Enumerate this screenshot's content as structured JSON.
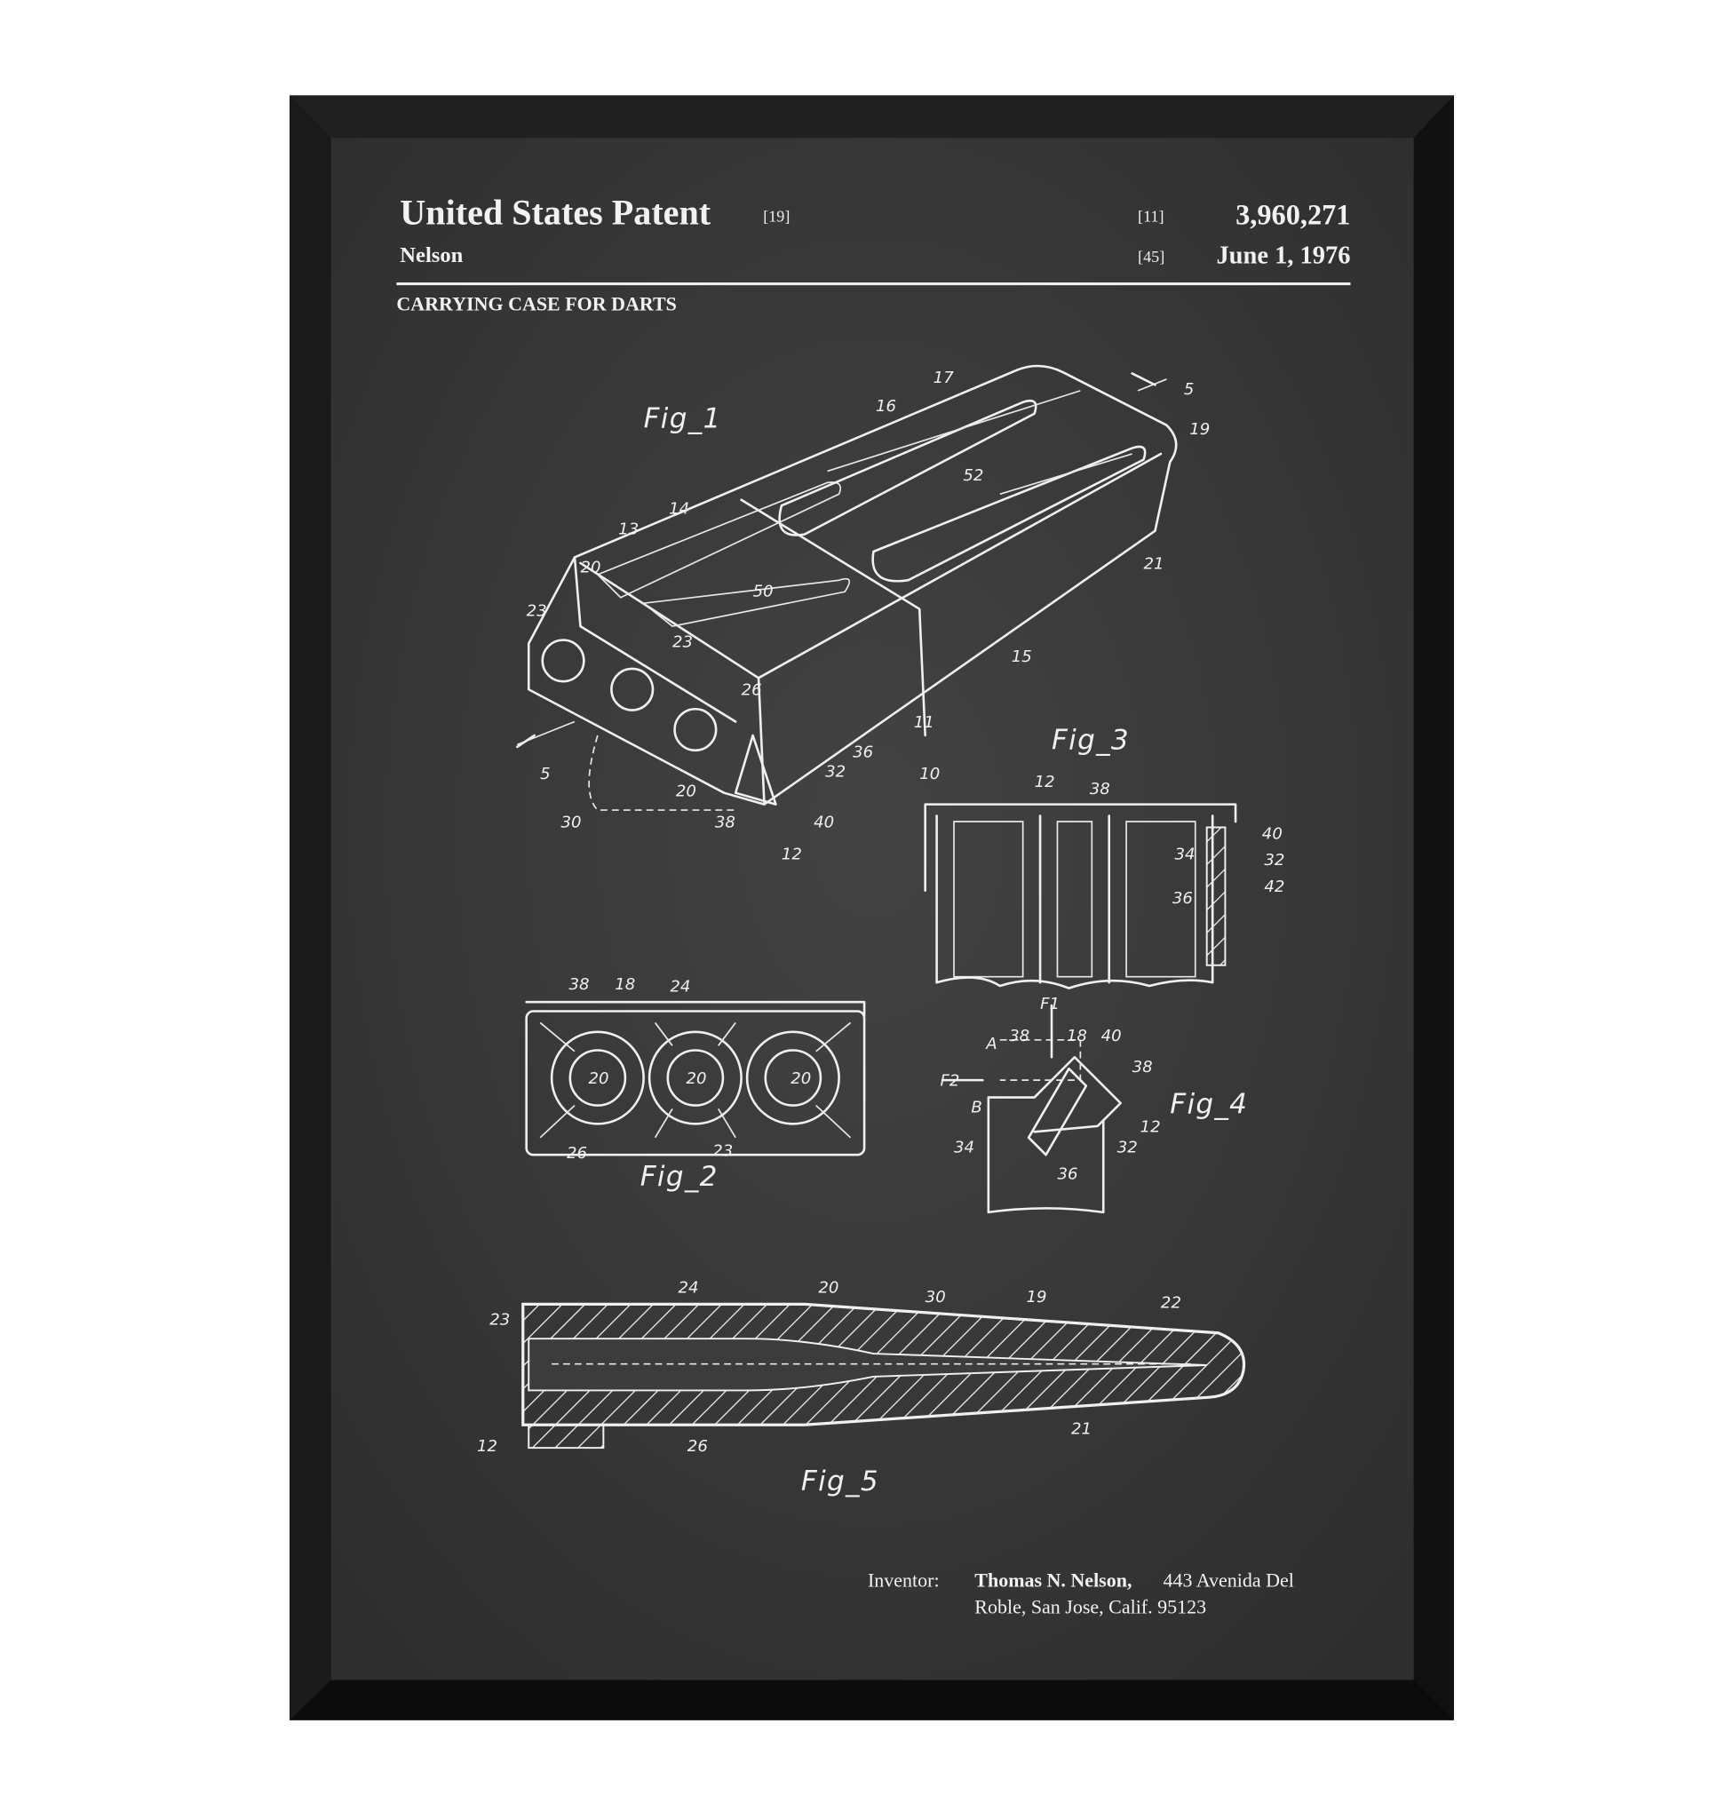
{
  "header": {
    "title": "United States Patent",
    "title_code": "[19]",
    "inventor_surname": "Nelson",
    "number_code": "[11]",
    "patent_number": "3,960,271",
    "date_code": "[45]",
    "date": "June 1, 1976",
    "invention_title": "CARRYING CASE FOR DARTS"
  },
  "figures": {
    "fig1": {
      "label": "Fig_1",
      "refs": [
        "17",
        "16",
        "5",
        "19",
        "52",
        "14",
        "13",
        "21",
        "20",
        "50",
        "23",
        "23",
        "15",
        "26",
        "11",
        "36",
        "5",
        "32",
        "10",
        "20",
        "38",
        "40",
        "30",
        "12"
      ]
    },
    "fig2": {
      "label": "Fig_2",
      "refs": [
        "38",
        "18",
        "24",
        "20",
        "20",
        "20",
        "26",
        "23"
      ]
    },
    "fig3": {
      "label": "Fig_3",
      "refs": [
        "12",
        "38",
        "40",
        "34",
        "32",
        "36",
        "42"
      ]
    },
    "fig4": {
      "label": "Fig_4",
      "refs": [
        "F1",
        "A",
        "38",
        "18",
        "40",
        "38",
        "F2",
        "B",
        "12",
        "34",
        "32",
        "36"
      ]
    },
    "fig5": {
      "label": "Fig_5",
      "refs": [
        "23",
        "24",
        "20",
        "30",
        "19",
        "22",
        "21",
        "12",
        "26"
      ]
    }
  },
  "inventor": {
    "label": "Inventor:",
    "name": "Thomas N. Nelson,",
    "address_line1": "443 Avenida Del",
    "address_line2": "Roble, San Jose, Calif. 95123"
  },
  "colors": {
    "frame": "#161616",
    "board": "#3b3b3b",
    "chalk": "#f0f0f0"
  }
}
